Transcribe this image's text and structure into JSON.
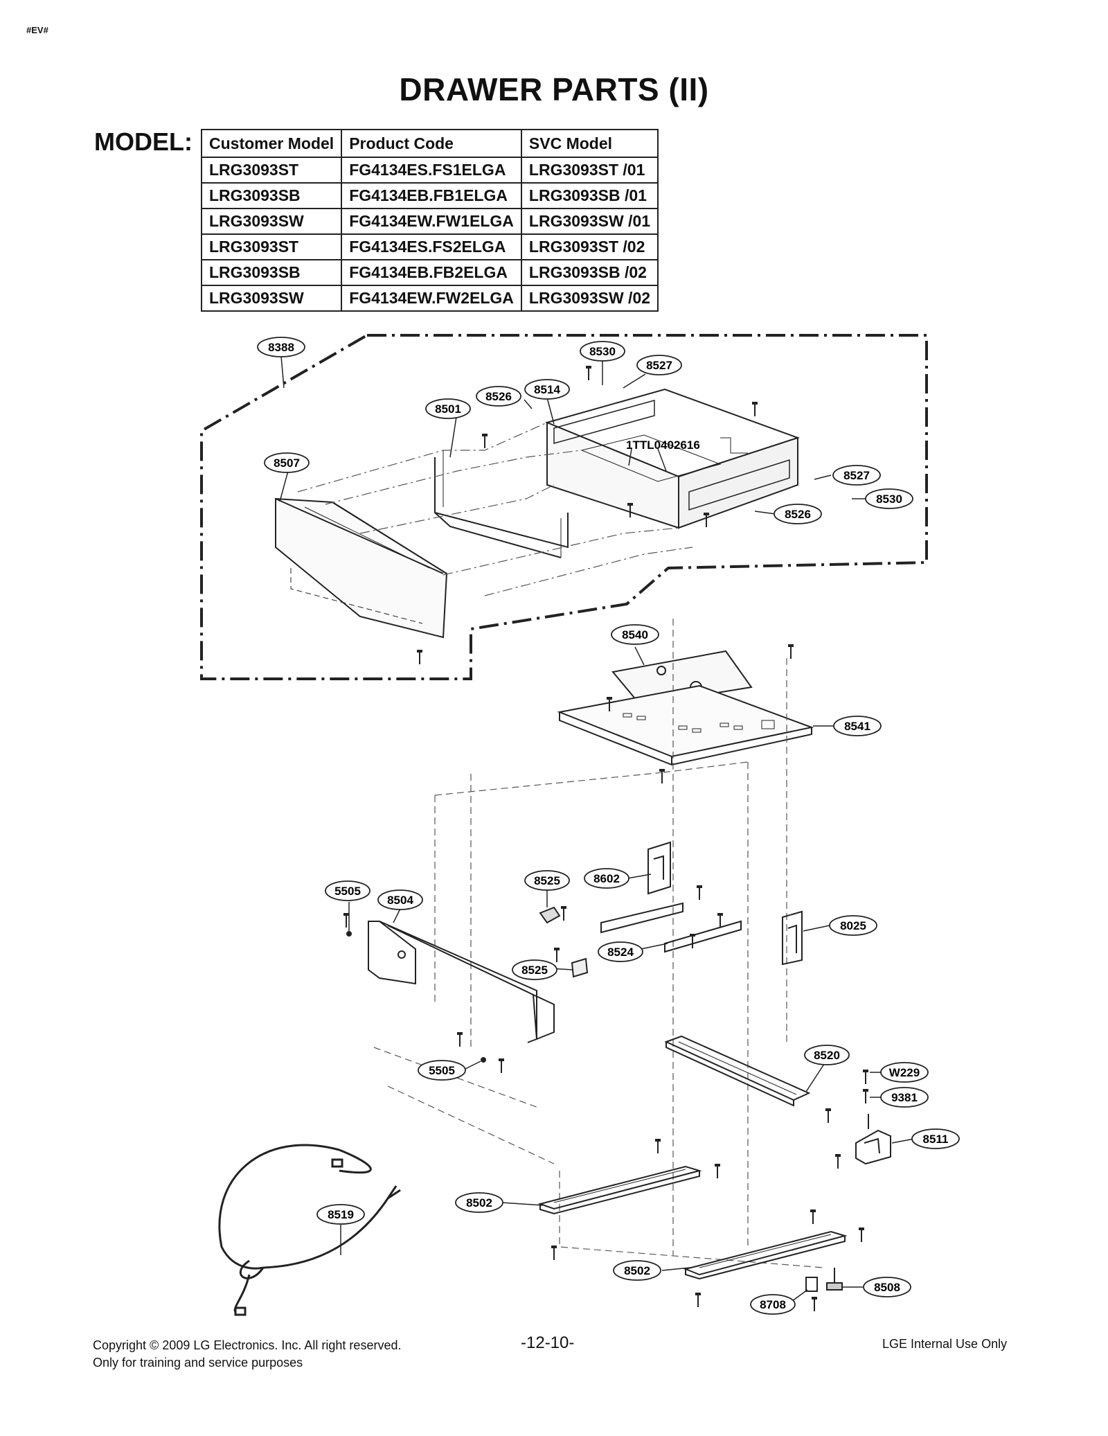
{
  "header": {
    "corner_tag": "#EV#",
    "title": "DRAWER PARTS (II)",
    "model_label": "MODEL:"
  },
  "model_table": {
    "headers": [
      "Customer Model",
      "Product Code",
      "SVC Model"
    ],
    "rows": [
      [
        "LRG3093ST",
        "FG4134ES.FS1ELGA",
        "LRG3093ST /01"
      ],
      [
        "LRG3093SB",
        "FG4134EB.FB1ELGA",
        "LRG3093SB /01"
      ],
      [
        "LRG3093SW",
        "FG4134EW.FW1ELGA",
        "LRG3093SW /01"
      ],
      [
        "LRG3093ST",
        "FG4134ES.FS2ELGA",
        "LRG3093ST /02"
      ],
      [
        "LRG3093SB",
        "FG4134EB.FB2ELGA",
        "LRG3093SB /02"
      ],
      [
        "LRG3093SW",
        "FG4134EW.FW2ELGA",
        "LRG3093SW /02"
      ]
    ]
  },
  "callouts": {
    "c8388": "8388",
    "c8530a": "8530",
    "c8527a": "8527",
    "c8526a": "8526",
    "c8514": "8514",
    "c8501": "8501",
    "c1TTL": "1TTL0402616",
    "c8507": "8507",
    "c8527b": "8527",
    "c8530b": "8530",
    "c8526b": "8526",
    "c8540": "8540",
    "c8541": "8541",
    "c5505a": "5505",
    "c8504": "8504",
    "c8525a": "8525",
    "c8602": "8602",
    "c8025": "8025",
    "c8524": "8524",
    "c8525b": "8525",
    "c5505b": "5505",
    "c8520": "8520",
    "cW229": "W229",
    "c9381": "9381",
    "c8511": "8511",
    "c8502a": "8502",
    "c8519": "8519",
    "c8502b": "8502",
    "c8508": "8508",
    "c8708": "8708"
  },
  "footer": {
    "copyright": "Copyright © 2009 LG Electronics. Inc. All right reserved.",
    "purpose": "Only for training and service purposes",
    "page_number": "-12-10-",
    "internal": "LGE Internal Use Only"
  },
  "colors": {
    "line": "#222222",
    "text": "#111111",
    "background": "#ffffff"
  }
}
